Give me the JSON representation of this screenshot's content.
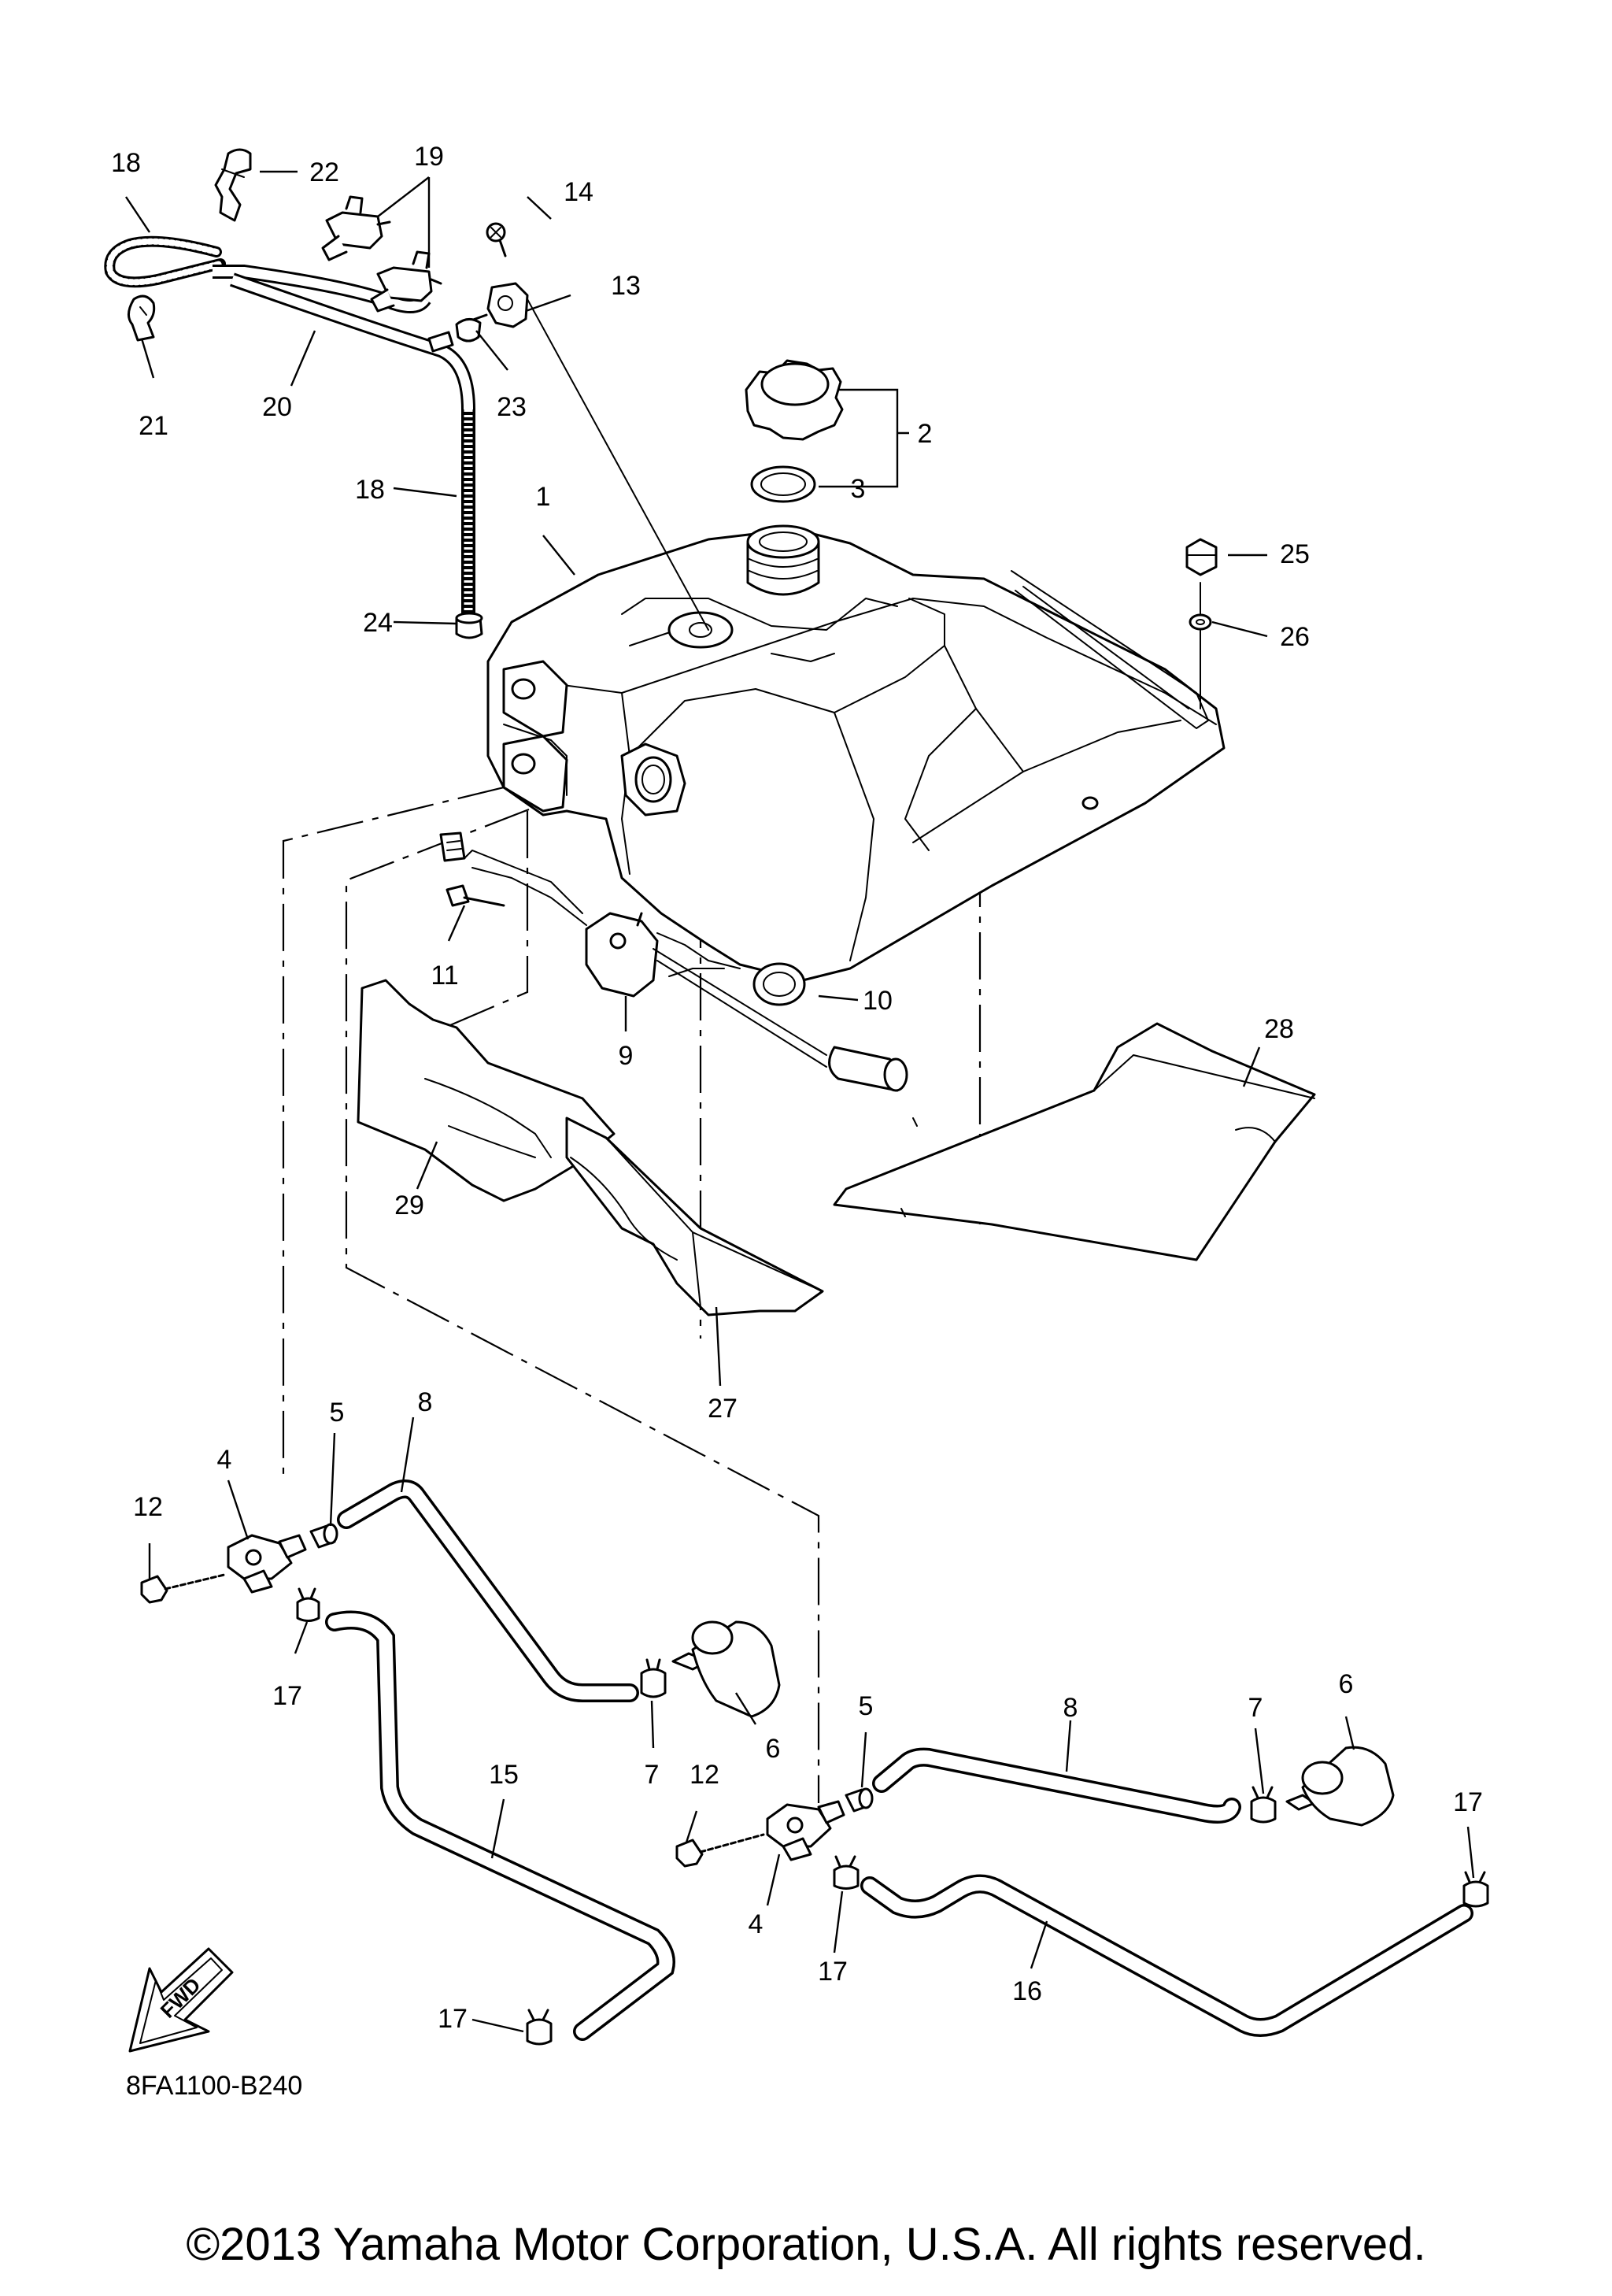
{
  "diagram": {
    "code": "8FA1100-B240",
    "copyright": "©2013 Yamaha Motor Corporation, U.S.A. All rights reserved.",
    "fwd_label": "FWD",
    "part_labels": [
      {
        "id": "lbl-1",
        "text": "1"
      },
      {
        "id": "lbl-2",
        "text": "2"
      },
      {
        "id": "lbl-3",
        "text": "3"
      },
      {
        "id": "lbl-4a",
        "text": "4"
      },
      {
        "id": "lbl-4b",
        "text": "4"
      },
      {
        "id": "lbl-5a",
        "text": "5"
      },
      {
        "id": "lbl-5b",
        "text": "5"
      },
      {
        "id": "lbl-6a",
        "text": "6"
      },
      {
        "id": "lbl-6b",
        "text": "6"
      },
      {
        "id": "lbl-7a",
        "text": "7"
      },
      {
        "id": "lbl-7b",
        "text": "7"
      },
      {
        "id": "lbl-8a",
        "text": "8"
      },
      {
        "id": "lbl-8b",
        "text": "8"
      },
      {
        "id": "lbl-9",
        "text": "9"
      },
      {
        "id": "lbl-10",
        "text": "10"
      },
      {
        "id": "lbl-11",
        "text": "11"
      },
      {
        "id": "lbl-12a",
        "text": "12"
      },
      {
        "id": "lbl-12b",
        "text": "12"
      },
      {
        "id": "lbl-13",
        "text": "13"
      },
      {
        "id": "lbl-14",
        "text": "14"
      },
      {
        "id": "lbl-15",
        "text": "15"
      },
      {
        "id": "lbl-16",
        "text": "16"
      },
      {
        "id": "lbl-17a",
        "text": "17"
      },
      {
        "id": "lbl-17b",
        "text": "17"
      },
      {
        "id": "lbl-17c",
        "text": "17"
      },
      {
        "id": "lbl-17d",
        "text": "17"
      },
      {
        "id": "lbl-18a",
        "text": "18"
      },
      {
        "id": "lbl-18b",
        "text": "18"
      },
      {
        "id": "lbl-19",
        "text": "19"
      },
      {
        "id": "lbl-20",
        "text": "20"
      },
      {
        "id": "lbl-21",
        "text": "21"
      },
      {
        "id": "lbl-22",
        "text": "22"
      },
      {
        "id": "lbl-23",
        "text": "23"
      },
      {
        "id": "lbl-24",
        "text": "24"
      },
      {
        "id": "lbl-25",
        "text": "25"
      },
      {
        "id": "lbl-26",
        "text": "26"
      },
      {
        "id": "lbl-27",
        "text": "27"
      },
      {
        "id": "lbl-28",
        "text": "28"
      },
      {
        "id": "lbl-29",
        "text": "29"
      }
    ]
  }
}
